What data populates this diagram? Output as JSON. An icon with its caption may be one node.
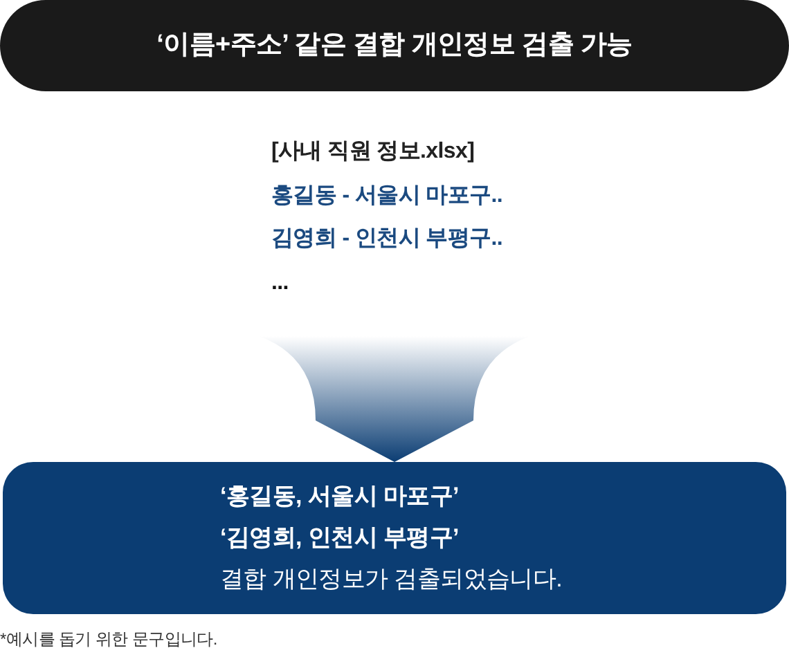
{
  "diagram": {
    "nodes": [
      {
        "text": [
          "‘이름+주소’ 같은 결합 개인정보 검출 가능"
        ]
      },
      {
        "text": [
          "[사내 직원 정보.xlsx]",
          "홍길동 - 서울시 마포구..",
          "김영희 - 인천시 부평구..",
          "..."
        ]
      },
      {
        "text": [
          "‘홍길동, 서울시 마포구’",
          "‘김영희, 인천시 부평구’",
          "결합 개인정보가 검출되었습니다."
        ]
      }
    ],
    "edges": [
      {
        "from": 1,
        "to": 2,
        "arrow": "to",
        "style": "thick"
      }
    ],
    "labels": [
      "*예시를 돕기 위한 문구입니다."
    ]
  }
}
